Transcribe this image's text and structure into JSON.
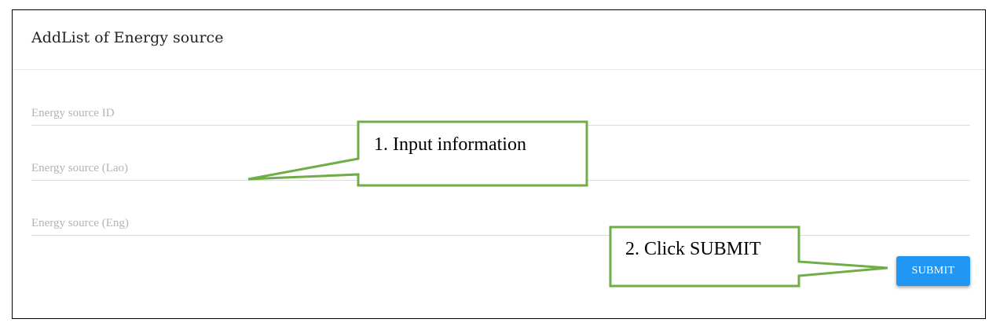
{
  "form": {
    "title": "AddList of Energy source",
    "fields": [
      {
        "placeholder": "Energy source ID",
        "value": ""
      },
      {
        "placeholder": "Energy source (Lao)",
        "value": ""
      },
      {
        "placeholder": "Energy source (Eng)",
        "value": ""
      }
    ],
    "submit_label": "SUBMIT"
  },
  "annotations": {
    "step1": "1. Input information",
    "step2": "2. Click SUBMIT",
    "callout_color": "#70ad47"
  },
  "colors": {
    "primary": "#2196f3"
  }
}
